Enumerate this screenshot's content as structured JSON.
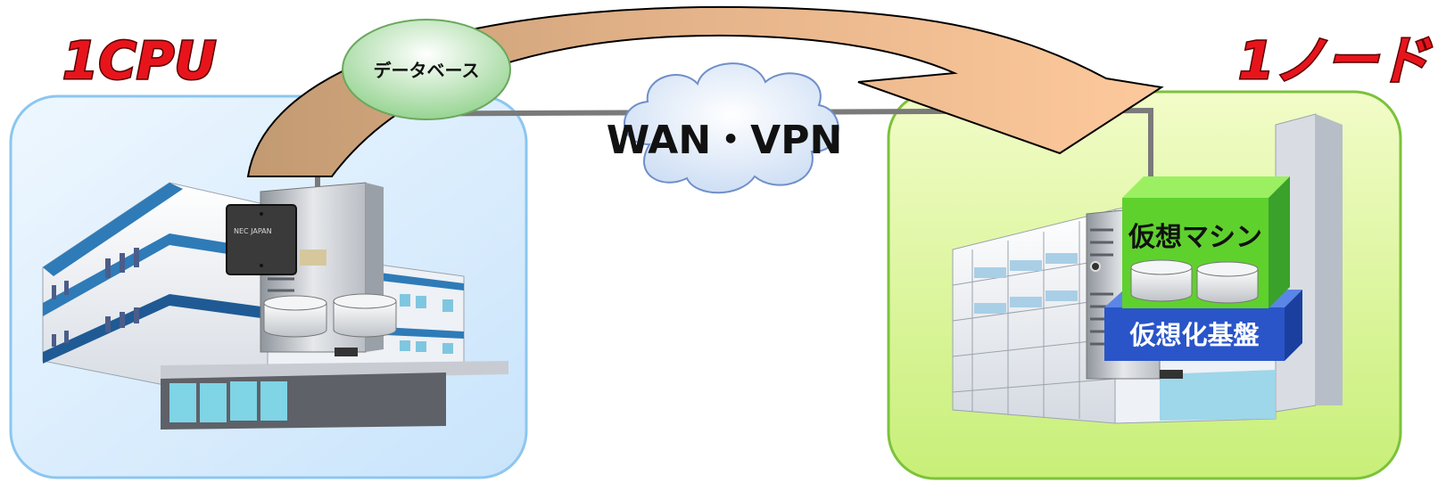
{
  "left_site": {
    "title": "1CPU"
  },
  "right_site": {
    "title": "1ノード"
  },
  "network": {
    "label": "WAN・VPN"
  },
  "migration": {
    "label": "データベース"
  },
  "chip": {
    "label": "NEC JAPAN"
  },
  "virtual_machine": {
    "label": "仮想マシン"
  },
  "virtualization_platform": {
    "label": "仮想化基盤"
  },
  "colors": {
    "title_red": "#e8141c",
    "left_panel": "#d8ecfb",
    "right_panel": "#dff5a4",
    "arrow_start": "#c8a27a",
    "arrow_end": "#fcc79a",
    "vm_green": "#5fd12d",
    "platform_blue": "#2a55c8"
  }
}
